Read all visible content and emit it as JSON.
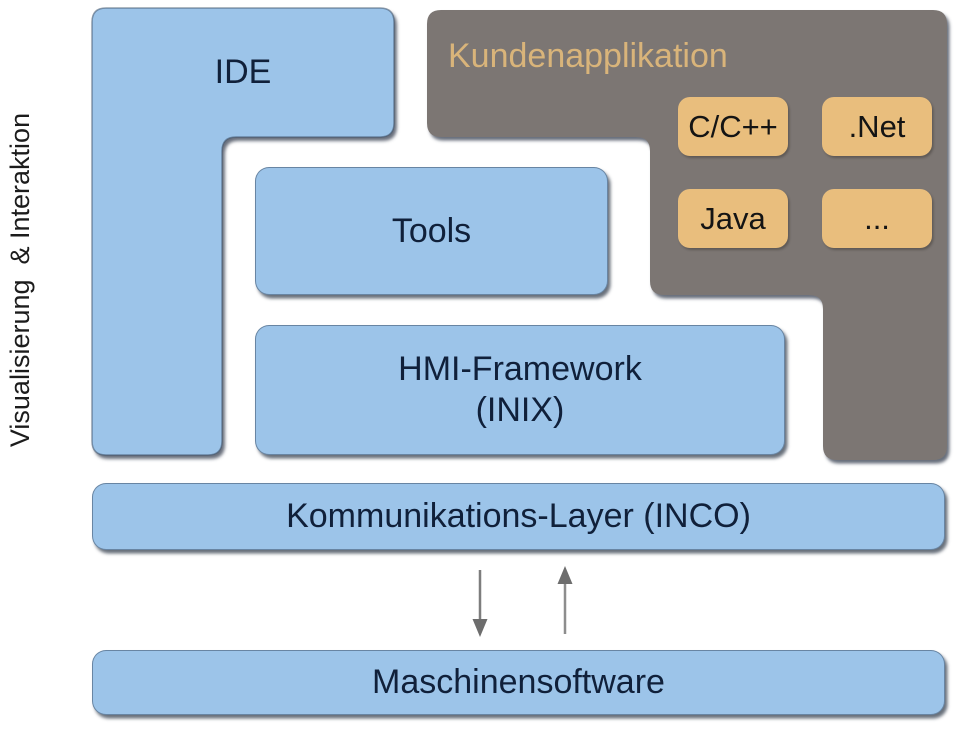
{
  "diagram": {
    "vertical_label": "Visualisierung  & Interaktion",
    "ide": {
      "label": "IDE"
    },
    "tools": {
      "label": "Tools"
    },
    "hmi": {
      "line1": "HMI-Framework",
      "line2": "(INIX)"
    },
    "inco": {
      "label": "Kommunikations-Layer (INCO)"
    },
    "maschinensoftware": {
      "label": "Maschinensoftware"
    },
    "kundenapplikation": {
      "label": "Kundenapplikation",
      "languages": [
        "C/C++",
        ".Net",
        "Java",
        "..."
      ]
    },
    "colors": {
      "block_blue": "#9cc4e9",
      "block_gray": "#7b7673",
      "language_tan": "#e9be7d",
      "kunden_label_tan": "#d9b47a",
      "block_text_navy": "#10203a",
      "arrow_gray": "#7d7d7d"
    }
  }
}
